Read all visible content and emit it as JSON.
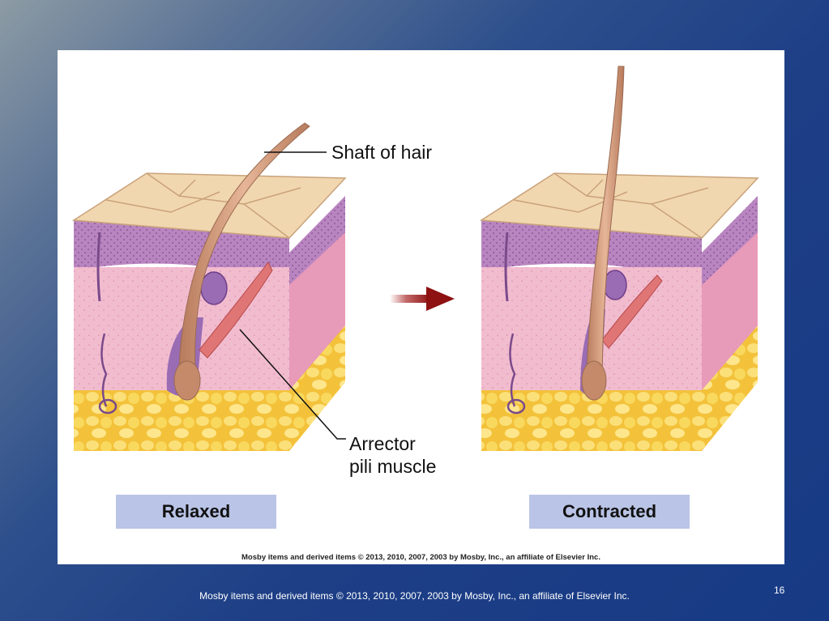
{
  "labels": {
    "shaft": "Shaft of hair",
    "arrector_line1": "Arrector",
    "arrector_line2": "pili muscle"
  },
  "states": {
    "relaxed": "Relaxed",
    "contracted": "Contracted"
  },
  "inner_credit": "Mosby items and derived items © 2013, 2010, 2007, 2003 by Mosby, Inc., an affiliate of Elsevier Inc.",
  "footer_credit": "Mosby items and derived items © 2013, 2010, 2007, 2003 by Mosby, Inc., an affiliate of Elsevier Inc.",
  "slide_number": "16",
  "colors": {
    "epidermis_top": "#f1d7b0",
    "epidermis_layer": "#b47ab8",
    "dermis": "#f0b6cc",
    "fat": "#f6cc45",
    "hair": "#d59a78",
    "arrow": "#8e1212",
    "state_box": "#b9c4e6"
  }
}
